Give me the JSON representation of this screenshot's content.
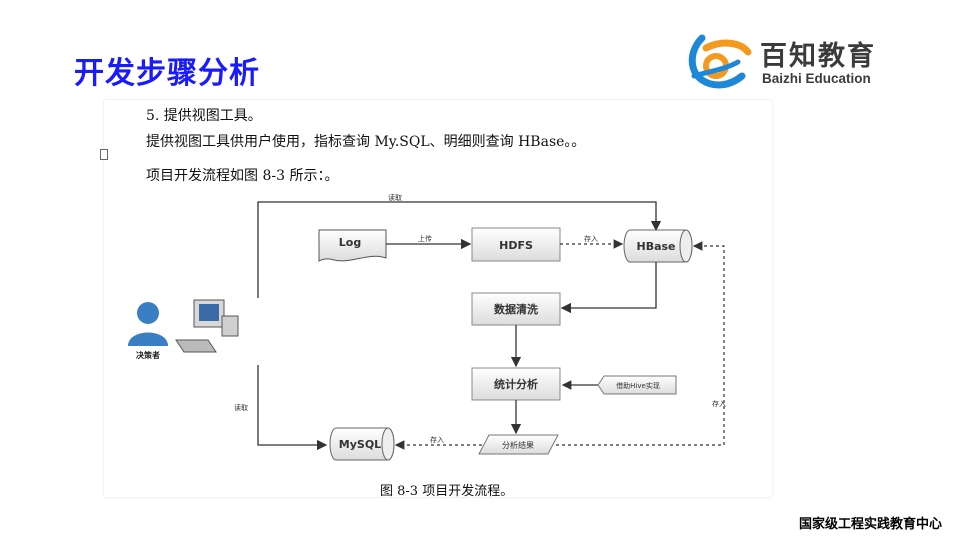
{
  "slide": {
    "title": "开发步骤分析",
    "footer": "国家级工程实践教育中心"
  },
  "logo": {
    "name_cn": "百知教育",
    "name_en": "Baizhi Education"
  },
  "document": {
    "heading": "5. 提供视图工具。",
    "body": "提供视图工具供用户使用，指标查询 My.SQL、明细则查询 HBase。。",
    "intro": "项目开发流程如图 8-3 所示：。",
    "caption": "图 8-3  项目开发流程。"
  },
  "diagram": {
    "nodes": {
      "log": "Log",
      "hdfs": "HDFS",
      "hbase": "HBase",
      "clean": "数据清洗",
      "stats": "统计分析",
      "hive": "借助Hive实现",
      "result": "分析结果",
      "mysql": "MySQL",
      "user": "决策者"
    },
    "edge_labels": {
      "read_top": "读取",
      "upload": "上传",
      "store_hdfs_hbase": "存入",
      "store_result_mysql": "存入",
      "store_right": "存入",
      "read_left": "读取"
    }
  }
}
